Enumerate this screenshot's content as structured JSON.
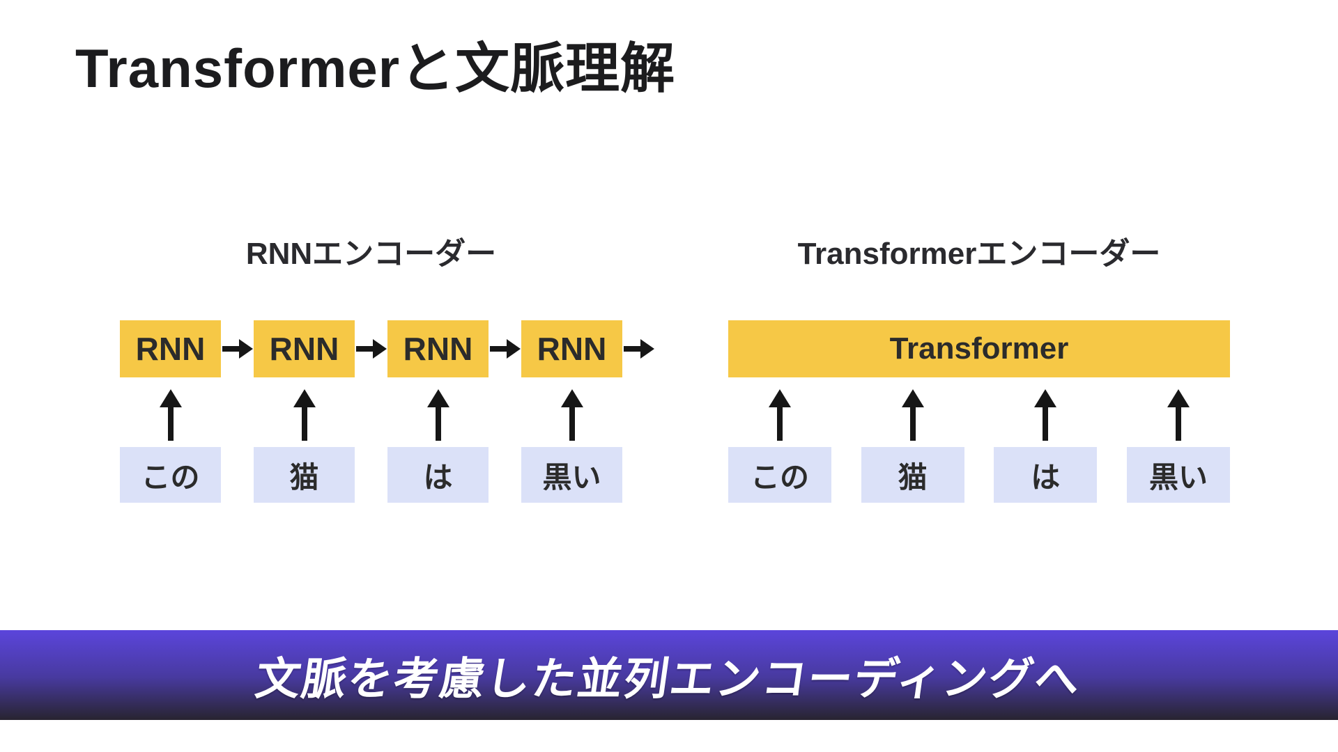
{
  "slide": {
    "title": "Transformerと文脈理解"
  },
  "rnn_diagram": {
    "label": "RNNエンコーダー",
    "boxes": [
      "RNN",
      "RNN",
      "RNN",
      "RNN"
    ],
    "tokens": [
      "この",
      "猫",
      "は",
      "黒い"
    ]
  },
  "transformer_diagram": {
    "label": "Transformerエンコーダー",
    "box": "Transformer",
    "tokens": [
      "この",
      "猫",
      "は",
      "黒い"
    ]
  },
  "banner": {
    "text": "文脈を考慮した並列エンコーディングへ"
  },
  "icons": {
    "right_arrow": "right-arrow-icon",
    "up_arrow": "up-arrow-icon"
  },
  "colors": {
    "box_yellow": "#F6C846",
    "token_blue": "#DBE1F8",
    "arrow_black": "#161616",
    "title_text": "#1C1C1E",
    "label_text": "#2A2A2E",
    "box_text": "#2B2B2B",
    "banner_text": "#FFFFFF",
    "banner_gradient_top": "#5B45DB",
    "banner_gradient_mid": "#483AA0",
    "banner_gradient_bottom": "#282430"
  }
}
